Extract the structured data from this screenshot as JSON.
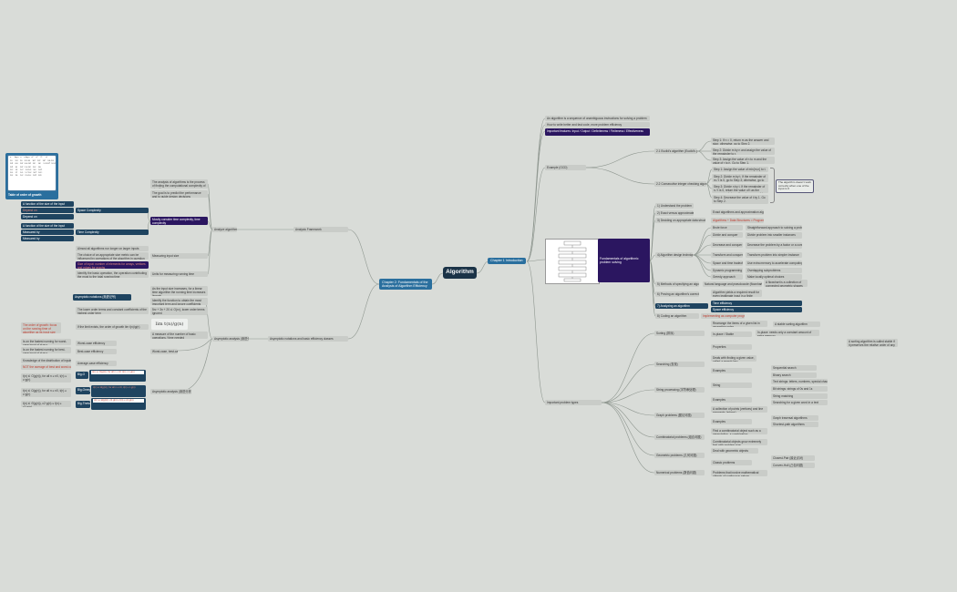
{
  "root": "Algorithm",
  "ch1": {
    "title": "Chapter 1 Introduction",
    "items": [
      "An algorithm is a sequence of unambiguous instructions for solving a problem",
      "How to write better and fast code, more problem efficiency",
      "Important features: Input / Output / Definiteness / Finiteness / Effectiveness"
    ],
    "examples_label": "Example (GCD)",
    "euclid": "2.1 Euclid's algorithm (Euclid's gcd)",
    "euclid_steps": [
      "Step 1: If n = 0, return m as the answer and stop; otherwise, go to Step 2.",
      "Step 2: Divide m by n and assign the value of the remainder to r.",
      "Step 3: Assign the value of n to m and the value of r to n. Go to Step 1."
    ],
    "consec": "2.2 Consecutive integer checking algorithm",
    "consec_steps": [
      "Step 1: Assign the value of min{m,n} to t.",
      "Step 2: Divide m by t. If the remainder of m / t is 0, go to Step 3; otherwise, go to Step 4.",
      "Step 3: Divide n by t. If the remainder of n / t is 0, return the value of t as the answer and stop; otherwise, proceed to Step 4.",
      "Step 4: Decrease the value of t by 1. Go to Step 2."
    ],
    "consec_note": "The algorithm doesn't work correctly when one of the input is 0",
    "fundamentals": "Fundamentals of algorithmic problem solving",
    "fund_items": [
      "1) Understand the problem",
      "2) Exact versus approximate solving",
      "3) Deciding on appropriate data structures",
      "4) Algorithm design techniques",
      "5) Methods of specifying an algorithm",
      "6) Proving an algorithm's correctness",
      "7) Analyzing an algorithm",
      "8) Coding an algorithm"
    ],
    "exact_note": "Exact algorithms and approximation algorithms",
    "ds_note": "Algorithms + Data Structures = Programs",
    "design": [
      "Brute force",
      "Divide and conquer",
      "Decrease and conquer",
      "Transform and conquer",
      "Space and time tradeoffs",
      "Dynamic programming",
      "Greedy approach"
    ],
    "design_notes": [
      "Straightforward approach to solving a problem",
      "Divide problem into smaller instances",
      "Decrease the problem by a factor or a constant",
      "Transform problem into simpler instance",
      "Use extra memory to accelerate computing",
      "Overlapping subproblems",
      "Make locally optimal choices"
    ],
    "spec_note": "Natural language and pseudocode (flowchart)",
    "spec_note2": "A flowchart is a collection of connected geometric shapes containing descriptions of the algorithm's steps",
    "proof_note": "Algorithm yields a required result for every legitimate input in a finite amount of time",
    "analyze_notes": [
      "Time efficiency",
      "Space efficiency"
    ],
    "coding_note": "Implementing as computer programs",
    "problem_types_label": "Important problem types",
    "types": [
      "Sorting (排序)",
      "Searching (查找)",
      "String processing (字符串处理)",
      "Graph problems (图论问题)",
      "Combinatorial problems (组合问题)",
      "Geometric problems (几何问题)",
      "Numerical problems (数值问题)"
    ],
    "sort_notes": [
      "Rearrange the items of a given list in ascending order",
      "In-place / Stable",
      "Properties"
    ],
    "sort_sub": [
      "A stable sorting algorithm",
      "In-place: needs only a constant amount of extra memory",
      "A sorting algorithm is called stable if it preserves the relative order of any two equal elements"
    ],
    "search_notes": [
      "Deals with finding a given value, called a search key",
      "Examples"
    ],
    "search_sub": [
      "Sequential search",
      "Binary search"
    ],
    "string_notes": [
      "String",
      "Examples"
    ],
    "string_sub": [
      "Text strings: letters, numbers, special characters",
      "Bit strings: strings of 0s and 1s",
      "String matching",
      "Searching for a given word in a text"
    ],
    "graph_notes": [
      "A collection of points (vertices) and line segments (edges)",
      "Examples"
    ],
    "graph_sub": [
      "Graph traversal algorithms",
      "Shortest-path algorithms"
    ],
    "comb_notes": [
      "Find a combinatorial object such as a permutation, a combination",
      "Combinatorial objects grow extremely fast with problem size"
    ],
    "geo_notes": [
      "Deal with geometric objects",
      "Classic problems"
    ],
    "geo_sub": [
      "Closest-Pair (最近点对)",
      "Convex-Hull (凸包问题)"
    ],
    "num_notes": [
      "Problems that involve mathematical objects of continuous nature"
    ]
  },
  "ch2": {
    "title": "Chapter 2: Fundamentals of the Analysis of Algorithm Efficiency",
    "framework": "Analysis Framework",
    "analyze": "Analyze algorithm",
    "analyze_items": [
      "The analysis of algorithms is the process of finding the computational complexity of algorithms",
      "The goal is to predict the performance and to guide design decisions"
    ],
    "time_space": "Mostly consider time complexity, time complexity",
    "space_c": "Space Complexity",
    "time_c": "Time Complexity",
    "space_items": [
      "A function of the size of the input",
      "Depend on"
    ],
    "time_items": [
      "A function of the size of the input",
      "Measured by"
    ],
    "measure": "Measuring input size",
    "measure_items": [
      "Almost all algorithms run longer on larger inputs",
      "The choice of an appropriate size metric can be influenced by operations of the algorithm in question",
      "Size of input: number of elements for arrays, vertices and edges for graphs"
    ],
    "running_time": "Units for measuring running time",
    "running_items": [
      "Identify the basic operation, the operation contributing the most to the total running time",
      "Compute the number of times the basic operation is executed"
    ],
    "growth_label": "Orders of growth",
    "growth_items": [
      "The order of growth: focus on the running time of algorithm as its input size goes to infinity",
      "Table of order of growth"
    ],
    "efficiency": "Worst-case, best-case, and average-case efficiencies",
    "eff_items": [
      "Worst-case efficiency",
      "Best-case efficiency",
      "Average-case efficiency"
    ],
    "eff_desc": [
      "Is on the fastest running for worst-case input of size n",
      "Is on the fastest running for best-case input of size n",
      "Knowledge of the distribution of inputs",
      "NOT the average of best and worst cases"
    ],
    "asym": "Asymptotic notations and basic efficiency classes",
    "asym_label": "Asymptotic notations (渐进记号)",
    "notations": [
      "Big-O",
      "Big-Omega",
      "Big-Theta"
    ],
    "not_desc": [
      "t(n) ∈ O(g(n)), for all n ≥ n0, t(n) ≤ c·g(n)",
      "t(n) ∈ Ω(g(n)), for all n ≥ n0, t(n) ≥ c·g(n)",
      "t(n) ∈ Θ(g(n)), c2·g(n) ≤ t(n) ≤ c1·g(n)"
    ],
    "asym_analysis": "Asymptotic analysis (渐进分析)",
    "asym_analysis_items": [
      "As the input size increases, for a linear time algorithm the running time increases linearly",
      "Identify the function to obtain the most important term and ignore coefficients",
      "5n² + 3n + 20 ∈ O(n²), lower order terms ignored",
      "The lower order terms and constant coefficients of the highest order term",
      "If the limit exists, the order of growth lim t(n)/g(n)",
      "A measure of the number of basic operations / time needed"
    ],
    "formula": "lim t(n)/g(n)"
  },
  "table_rows": [
    "n      log n   n    n log n   n²     n³     2ⁿ      n!",
    "10     3.3    10    3.3·10    10²    10³    10³    3.6·10⁶",
    "10²    6.6    10²   6.6·10²   10⁴    10⁶    1.3·10³⁰  9.3·10¹⁵⁷",
    "10³    10     10³   1.0·10⁴   10⁶    10⁹",
    "10⁴    13     10⁴   1.3·10⁵   10⁸    10¹²",
    "10⁵    17     10⁵   1.7·10⁶   10¹⁰   10¹⁵",
    "10⁶    20     10⁶   2.0·10⁷   10¹²   10¹⁸"
  ],
  "table_title": "Table of order of growth",
  "colors": {
    "bg": "#d9dcd8",
    "node": "#c9ccc8",
    "dark": "#1f4460",
    "purple": "#2b1660",
    "root": "#1b3347",
    "chapter": "#2a6f9e",
    "accent": "#c0392b"
  }
}
